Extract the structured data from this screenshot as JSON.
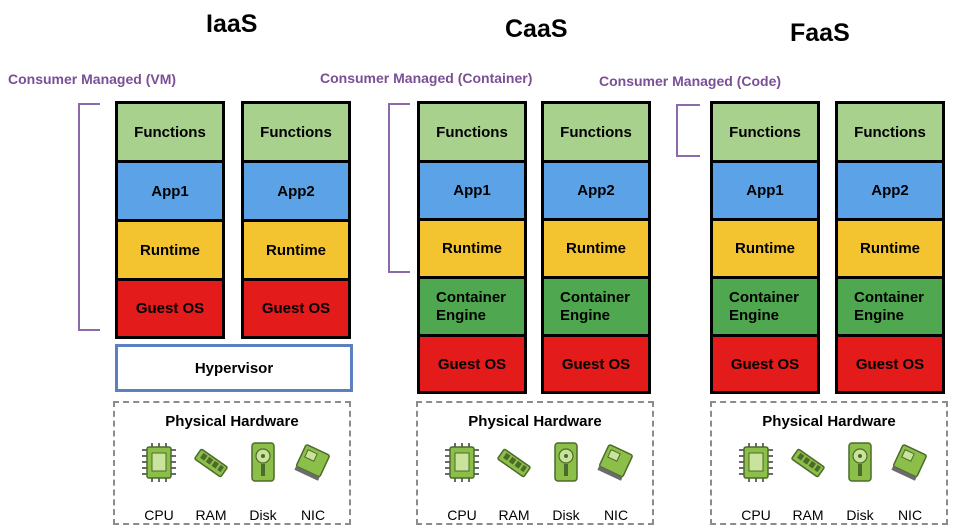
{
  "models": [
    {
      "title": "IaaS",
      "managed_label": "Consumer Managed (VM)",
      "stacks": [
        {
          "layers": [
            {
              "label": "Functions",
              "role": "functions"
            },
            {
              "label": "App1",
              "role": "app"
            },
            {
              "label": "Runtime",
              "role": "runtime"
            },
            {
              "label": "Guest OS",
              "role": "os"
            }
          ]
        },
        {
          "layers": [
            {
              "label": "Functions",
              "role": "functions"
            },
            {
              "label": "App2",
              "role": "app"
            },
            {
              "label": "Runtime",
              "role": "runtime"
            },
            {
              "label": "Guest OS",
              "role": "os"
            }
          ]
        }
      ],
      "hypervisor_label": "Hypervisor",
      "hardware": {
        "title": "Physical Hardware",
        "items": [
          {
            "label": "CPU",
            "icon": "cpu-icon"
          },
          {
            "label": "RAM",
            "icon": "ram-icon"
          },
          {
            "label": "Disk",
            "icon": "disk-icon"
          },
          {
            "label": "NIC",
            "icon": "nic-icon"
          }
        ]
      }
    },
    {
      "title": "CaaS",
      "managed_label": "Consumer Managed (Container)",
      "stacks": [
        {
          "layers": [
            {
              "label": "Functions",
              "role": "functions"
            },
            {
              "label": "App1",
              "role": "app"
            },
            {
              "label": "Runtime",
              "role": "runtime"
            },
            {
              "label": "Container\nEngine",
              "role": "engine"
            },
            {
              "label": "Guest OS",
              "role": "os"
            }
          ]
        },
        {
          "layers": [
            {
              "label": "Functions",
              "role": "functions"
            },
            {
              "label": "App2",
              "role": "app"
            },
            {
              "label": "Runtime",
              "role": "runtime"
            },
            {
              "label": "Container\nEngine",
              "role": "engine"
            },
            {
              "label": "Guest OS",
              "role": "os"
            }
          ]
        }
      ],
      "hardware": {
        "title": "Physical Hardware",
        "items": [
          {
            "label": "CPU",
            "icon": "cpu-icon"
          },
          {
            "label": "RAM",
            "icon": "ram-icon"
          },
          {
            "label": "Disk",
            "icon": "disk-icon"
          },
          {
            "label": "NIC",
            "icon": "nic-icon"
          }
        ]
      }
    },
    {
      "title": "FaaS",
      "managed_label": "Consumer Managed (Code)",
      "stacks": [
        {
          "layers": [
            {
              "label": "Functions",
              "role": "functions"
            },
            {
              "label": "App1",
              "role": "app"
            },
            {
              "label": "Runtime",
              "role": "runtime"
            },
            {
              "label": "Container\nEngine",
              "role": "engine"
            },
            {
              "label": "Guest OS",
              "role": "os"
            }
          ]
        },
        {
          "layers": [
            {
              "label": "Functions",
              "role": "functions"
            },
            {
              "label": "App2",
              "role": "app"
            },
            {
              "label": "Runtime",
              "role": "runtime"
            },
            {
              "label": "Container\nEngine",
              "role": "engine"
            },
            {
              "label": "Guest OS",
              "role": "os"
            }
          ]
        }
      ],
      "hardware": {
        "title": "Physical Hardware",
        "items": [
          {
            "label": "CPU",
            "icon": "cpu-icon"
          },
          {
            "label": "RAM",
            "icon": "ram-icon"
          },
          {
            "label": "Disk",
            "icon": "disk-icon"
          },
          {
            "label": "NIC",
            "icon": "nic-icon"
          }
        ]
      }
    }
  ],
  "colors": {
    "functions": "#a9d18e",
    "app": "#5ba3e6",
    "runtime": "#f4c430",
    "engine": "#4fa84f",
    "os": "#e31b1b",
    "managed_text": "#7a4f96",
    "bracket": "#8a6aa8",
    "hypervisor_border": "#5b7fc0"
  }
}
